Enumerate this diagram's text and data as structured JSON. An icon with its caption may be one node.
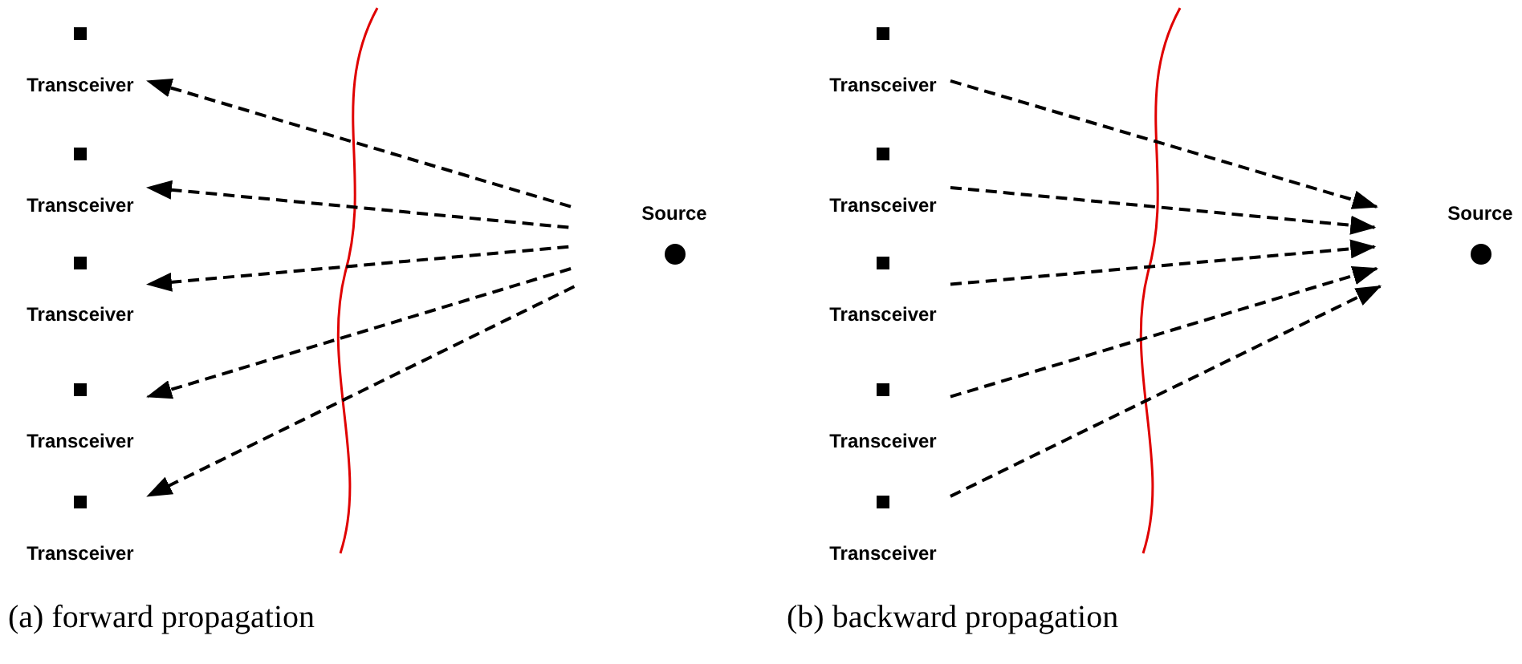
{
  "diagram": {
    "nodes": [
      {
        "text": [
          "Transceiver"
        ]
      },
      {
        "text": [
          "Transceiver"
        ]
      },
      {
        "text": [
          "Transceiver"
        ]
      },
      {
        "text": [
          "Transceiver"
        ]
      },
      {
        "text": [
          "Transceiver"
        ]
      },
      {
        "text": [
          "Source"
        ]
      },
      {
        "text": [
          "Transceiver"
        ]
      },
      {
        "text": [
          "Transceiver"
        ]
      },
      {
        "text": [
          "Transceiver"
        ]
      },
      {
        "text": [
          "Transceiver"
        ]
      },
      {
        "text": [
          "Transceiver"
        ]
      },
      {
        "text": [
          "Source"
        ]
      }
    ],
    "edges": [
      {
        "from": 5,
        "to": 0,
        "arrow": "to",
        "style": "dashed"
      },
      {
        "from": 5,
        "to": 1,
        "arrow": "to",
        "style": "dashed"
      },
      {
        "from": 5,
        "to": 2,
        "arrow": "to",
        "style": "dashed"
      },
      {
        "from": 5,
        "to": 3,
        "arrow": "to",
        "style": "dashed"
      },
      {
        "from": 5,
        "to": 4,
        "arrow": "to",
        "style": "dashed"
      },
      {
        "from": 6,
        "to": 11,
        "arrow": "to",
        "style": "dashed"
      },
      {
        "from": 7,
        "to": 11,
        "arrow": "to",
        "style": "dashed"
      },
      {
        "from": 8,
        "to": 11,
        "arrow": "to",
        "style": "dashed"
      },
      {
        "from": 9,
        "to": 11,
        "arrow": "to",
        "style": "dashed"
      },
      {
        "from": 10,
        "to": 11,
        "arrow": "to",
        "style": "dashed"
      }
    ],
    "labels": [
      "(a) forward propagation",
      "(b) backward propagation"
    ]
  }
}
